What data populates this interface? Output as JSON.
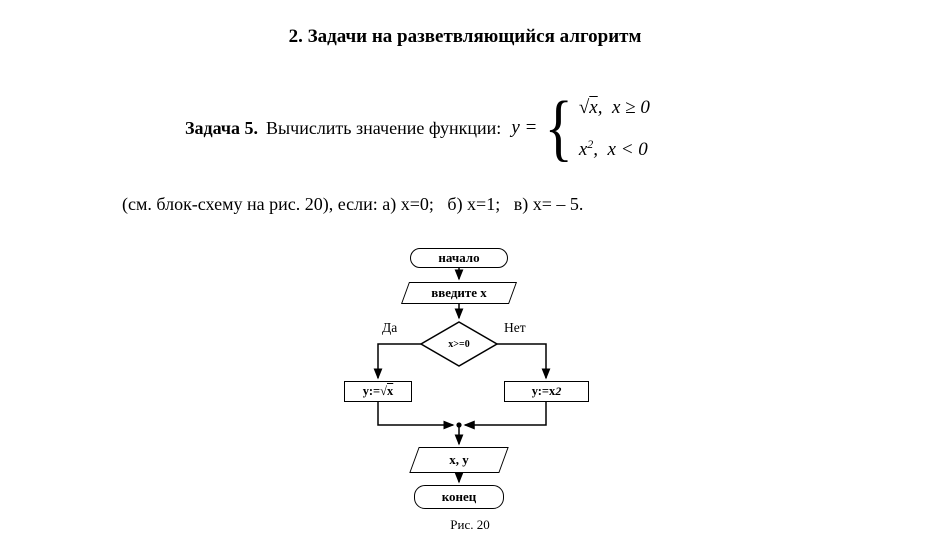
{
  "colors": {
    "ink": "#000000",
    "background": "#ffffff"
  },
  "document": {
    "title": "2. Задачи на разветвляющийся алгоритм",
    "task": {
      "label": "Задача 5.",
      "intro": "Вычислить значение функции:",
      "formula_lhs": "y =",
      "brace": "{",
      "case1_sqrt": "√",
      "case1_radicand": "x",
      "case1_rest": ",  x ≥ 0",
      "case2_base": "x",
      "case2_sup": "2",
      "case2_rest": ",  x < 0",
      "conditions": "(см. блок-схему на рис. 20), если: а) х=0;   б) х=1;   в) х= – 5."
    }
  },
  "flowchart": {
    "start_label": "начало",
    "input_label": "введите х",
    "decision_label": "х>=0",
    "branch_yes": "Да",
    "branch_no": "Нет",
    "process_left_prefix": "у:= ",
    "process_left_sqrt": "√",
    "process_left_radicand": "х",
    "process_right_base": "у:=х",
    "process_right_sup": "2",
    "output_label": "х, у",
    "end_label": "конец",
    "caption": "Рис. 20"
  }
}
